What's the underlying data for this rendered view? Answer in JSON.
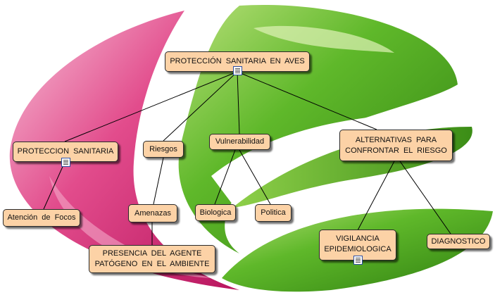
{
  "colors": {
    "node_fill": "#fcd2a6",
    "node_border": "#2a2a2a",
    "connector": "#000000",
    "swoosh_pink": "#d8327a",
    "swoosh_green": "#4ca81e"
  },
  "nodes": {
    "root": "PROTECCIÓN  SANITARIA  EN  AVES",
    "proteccion_sanitaria": "PROTECCION  SANITARIA",
    "riesgos": "Riesgos",
    "vulnerabilidad": "Vulnerabilidad",
    "alternativas": "ALTERNATIVAS  PARA\nCONFRONTAR  EL  RIESGO",
    "atencion_focos": "Atención  de  Focos",
    "amenazas": "Amenazas",
    "biologica": "Biologica",
    "politica": "Politica",
    "presencia": "PRESENCIA  DEL  AGENTE\nPATÓGENO  EN  EL  AMBIENTE",
    "vigilancia": "VIGILANCIA\nEPIDEMIOLOGICA",
    "diagnostico": "DIAGNOSTICO"
  },
  "attached_icons": [
    "document-icon",
    "document-icon",
    "document-icon"
  ]
}
